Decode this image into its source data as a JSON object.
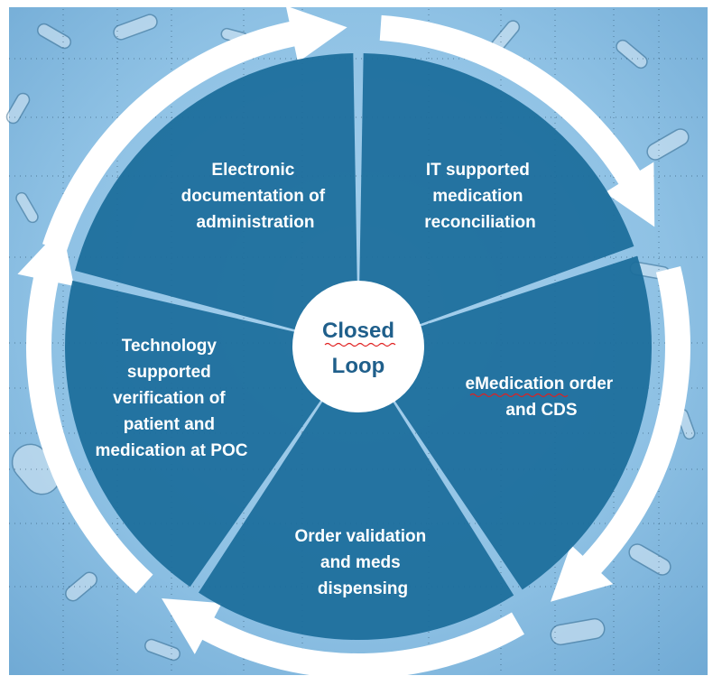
{
  "center": {
    "line1": "Closed",
    "line2": "Loop"
  },
  "segments": [
    {
      "lines": [
        "Electronic",
        "documentation of",
        "administration"
      ]
    },
    {
      "lines": [
        "IT supported",
        "medication",
        "reconciliation"
      ]
    },
    {
      "lines": [
        "eMedication order",
        "and CDS"
      ]
    },
    {
      "lines": [
        "Order validation",
        "and meds",
        "dispensing"
      ]
    },
    {
      "lines": [
        "Technology",
        "supported",
        "verification of",
        "patient and",
        "medication at POC"
      ]
    }
  ],
  "colors": {
    "background": "#8ec1e4",
    "segment_fill": "#1b6d9b",
    "arrow": "#ffffff",
    "center_text": "#1f5f8b",
    "squiggle": "#e02020"
  }
}
